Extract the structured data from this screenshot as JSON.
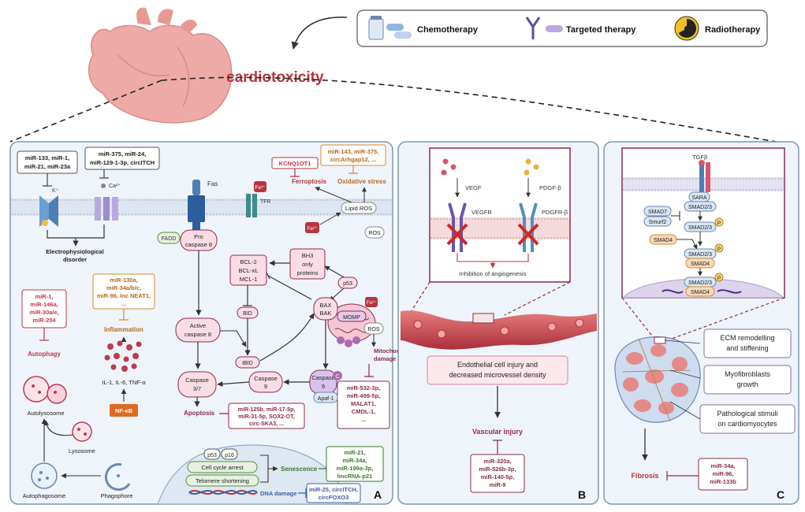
{
  "header": {
    "therapy_legend": [
      "Chemotherapy",
      "Targeted therapy",
      "Radiotherapy"
    ],
    "title": "cardiotoxicity"
  },
  "panelA": {
    "label": "A",
    "mir_ion1": [
      "miR-133, miR-1,",
      "miR-21, miR-23a"
    ],
    "mir_ion2": [
      "miR-375, miR-24,",
      "miR-129-1-3p, circITCH"
    ],
    "ion_k": "K⁺",
    "ion_ca": "Ca²⁺",
    "electro": [
      "Electrophysiological",
      "disorder"
    ],
    "fas": "Fas",
    "fadd": "FADD",
    "pro_caspase8": [
      "Pro",
      "caspase 8"
    ],
    "fe": "Fe³⁺",
    "tfr": "TFR",
    "kcnq": "KCNQ1OT1",
    "mir_oxid": [
      "miR-143, miR-375,",
      "circArhgap12, ..."
    ],
    "ferroptosis": "Ferroptosis",
    "oxidative": "Oxidative stress",
    "lipid_ros": "Lipid ROS",
    "fe2": "Fe²⁺",
    "ros": "ROS",
    "bcl": [
      "BCL-2",
      "BCL-xL",
      "MCL-1"
    ],
    "bh3": [
      "BH3",
      "only",
      "proteins"
    ],
    "p53": "p53",
    "bax": [
      "BAX",
      "BAK"
    ],
    "momp": "MOMP",
    "ros2": "ROS",
    "c": "C",
    "bid": "BID",
    "tbid": "tBID",
    "active_caspase8": [
      "Active",
      "caspase 8"
    ],
    "caspase9": [
      "Caspase",
      "9"
    ],
    "caspase9b": [
      "Caspase",
      "9"
    ],
    "apaf": "Apaf-1",
    "caspase37": [
      "Caspase",
      "3/7"
    ],
    "mito_damage": [
      "Mitochondrial",
      "damage"
    ],
    "mir_mito": [
      "miR-532-3p,",
      "miR-499-5p,",
      "MALAT1,",
      "CMDL-1,",
      "..."
    ],
    "apoptosis": "Apoptosis",
    "mir_apop": [
      "miR-125b, miR-17-5p,",
      "miR-31-5p, SOX2-OT,",
      "circ-SKA3, ..."
    ],
    "mir_inflam": [
      "miR-130a,",
      "miR-34a/b/c,",
      "miR-96, lnc NEAT1,",
      "..."
    ],
    "inflammation": "Inflammation",
    "cytokines": "IL-1, IL-6, TNF-α",
    "nfkb": "NF-κB",
    "mir_autoph": [
      "miR-1,",
      "miR-146a,",
      "miR-30a/e,",
      "miR-204"
    ],
    "autophagy": "Autophagy",
    "autolysosome": "Autolysosome",
    "lysosome": "Lysosome",
    "autophagosome": "Autophagosome",
    "phagophore": "Phagophore",
    "p53b": "p53",
    "p16": "p16",
    "cell_cycle": "Cell cycle arrest",
    "telomere": "Telomere shortening",
    "senescence": "Senescence",
    "mir_senes": [
      "miR-21,",
      "miR-34a,",
      "miR-199a-3p,",
      "lincRNA-p21"
    ],
    "dna_damage": "DNA damage",
    "mir_dna": [
      "miR-25, circITCH,",
      "circFOXO3"
    ]
  },
  "panelB": {
    "label": "B",
    "vegf": "VEGF",
    "pdgf": "PDGF-β",
    "vegfr": "VEGFR",
    "pdgfr": "PDGFR-β",
    "inhibition": "Inhibition of angiogenesis",
    "endothelial": [
      "Endothelial cell injury and",
      "decreased microvessel density"
    ],
    "vascular": "Vascular injury",
    "mir_vasc": [
      "miR-320a,",
      "miR-526b-3p,",
      "miR-140-5p,",
      "miR-9"
    ]
  },
  "panelC": {
    "label": "C",
    "tgfb": "TGFβ",
    "sara": "SARA",
    "smad23": "SMAD2/3",
    "smad7": "SMAD7",
    "smurf2": "Smurf2",
    "smad4": "SMAD4",
    "p": "P",
    "ecm": [
      "ECM remodelling",
      "and stiffening"
    ],
    "myofib": [
      "Myofibroblasts",
      "growth"
    ],
    "patho": [
      "Pathological stimuli",
      "on cardiomyocytes"
    ],
    "fibrosis": "Fibrosis",
    "mir_fib": [
      "miR-34a,",
      "miR-96,",
      "miR-133b"
    ]
  },
  "colors": {
    "mir_border": "#8b2c4f",
    "accent_red": "#c0394f",
    "orange": "#d98a2b",
    "panel_fill": "#eef4fa",
    "panel_border": "#7d97b3"
  }
}
